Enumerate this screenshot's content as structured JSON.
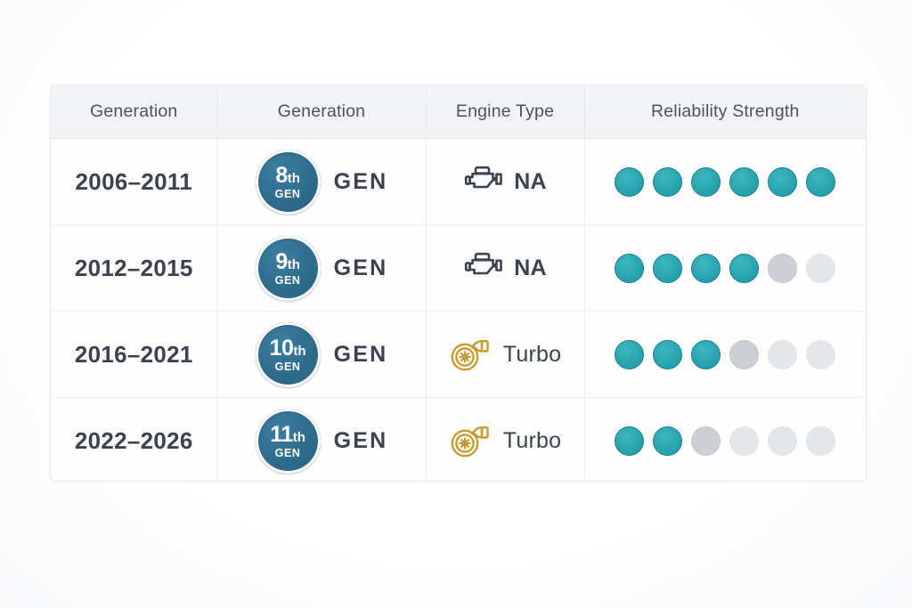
{
  "table": {
    "headers": [
      {
        "label": "Generation",
        "name": "header-generation-years"
      },
      {
        "label": "Generation",
        "name": "header-generation-badge"
      },
      {
        "label": "Engine Type",
        "name": "header-engine-type"
      },
      {
        "label": "Reliability Strength",
        "name": "header-reliability-strength"
      }
    ],
    "rows": [
      {
        "years": "2006–2011",
        "badge_number": "8",
        "badge_ordinal": "th",
        "badge_sub": "GEN",
        "gen_label": "GEN",
        "engine_icon": "check-engine-icon",
        "engine_type": "NA",
        "reliability_filled": 6,
        "reliability_total": 6
      },
      {
        "years": "2012–2015",
        "badge_number": "9",
        "badge_ordinal": "th",
        "badge_sub": "GEN",
        "gen_label": "GEN",
        "engine_icon": "check-engine-icon",
        "engine_type": "NA",
        "reliability_filled": 4,
        "reliability_total": 6
      },
      {
        "years": "2016–2021",
        "badge_number": "10",
        "badge_ordinal": "th",
        "badge_sub": "GEN",
        "gen_label": "GEN",
        "engine_icon": "turbocharger-icon",
        "engine_type": "Turbo",
        "reliability_filled": 3,
        "reliability_total": 6
      },
      {
        "years": "2022–2026",
        "badge_number": "11",
        "badge_ordinal": "th",
        "badge_sub": "GEN",
        "gen_label": "GEN",
        "engine_icon": "turbocharger-icon",
        "engine_type": "Turbo",
        "reliability_filled": 2,
        "reliability_total": 6
      }
    ]
  },
  "colors": {
    "badge_blue": "#2e6b8c",
    "dot_filled_teal": "#27a3b0",
    "dot_empty_gray": "#ccd0d4",
    "dot_empty_light": "#e4e7ea",
    "turbo_gold": "#c99a2e",
    "engine_dark": "#3b4351",
    "header_bg": "#f2f3f5",
    "text_dark": "#3b4351",
    "header_text": "#4a5260"
  },
  "chart_data": {
    "type": "table",
    "title": "",
    "categories": [
      "2006–2011",
      "2012–2015",
      "2016–2021",
      "2022–2026"
    ],
    "series": [
      {
        "name": "Reliability Strength (of 6)",
        "values": [
          6,
          4,
          3,
          2
        ]
      }
    ],
    "generations": [
      "8th GEN",
      "9th GEN",
      "10th GEN",
      "11th GEN"
    ],
    "engine_types": [
      "NA",
      "NA",
      "Turbo",
      "Turbo"
    ],
    "ylim": [
      0,
      6
    ],
    "legend": "none",
    "grid": false
  }
}
